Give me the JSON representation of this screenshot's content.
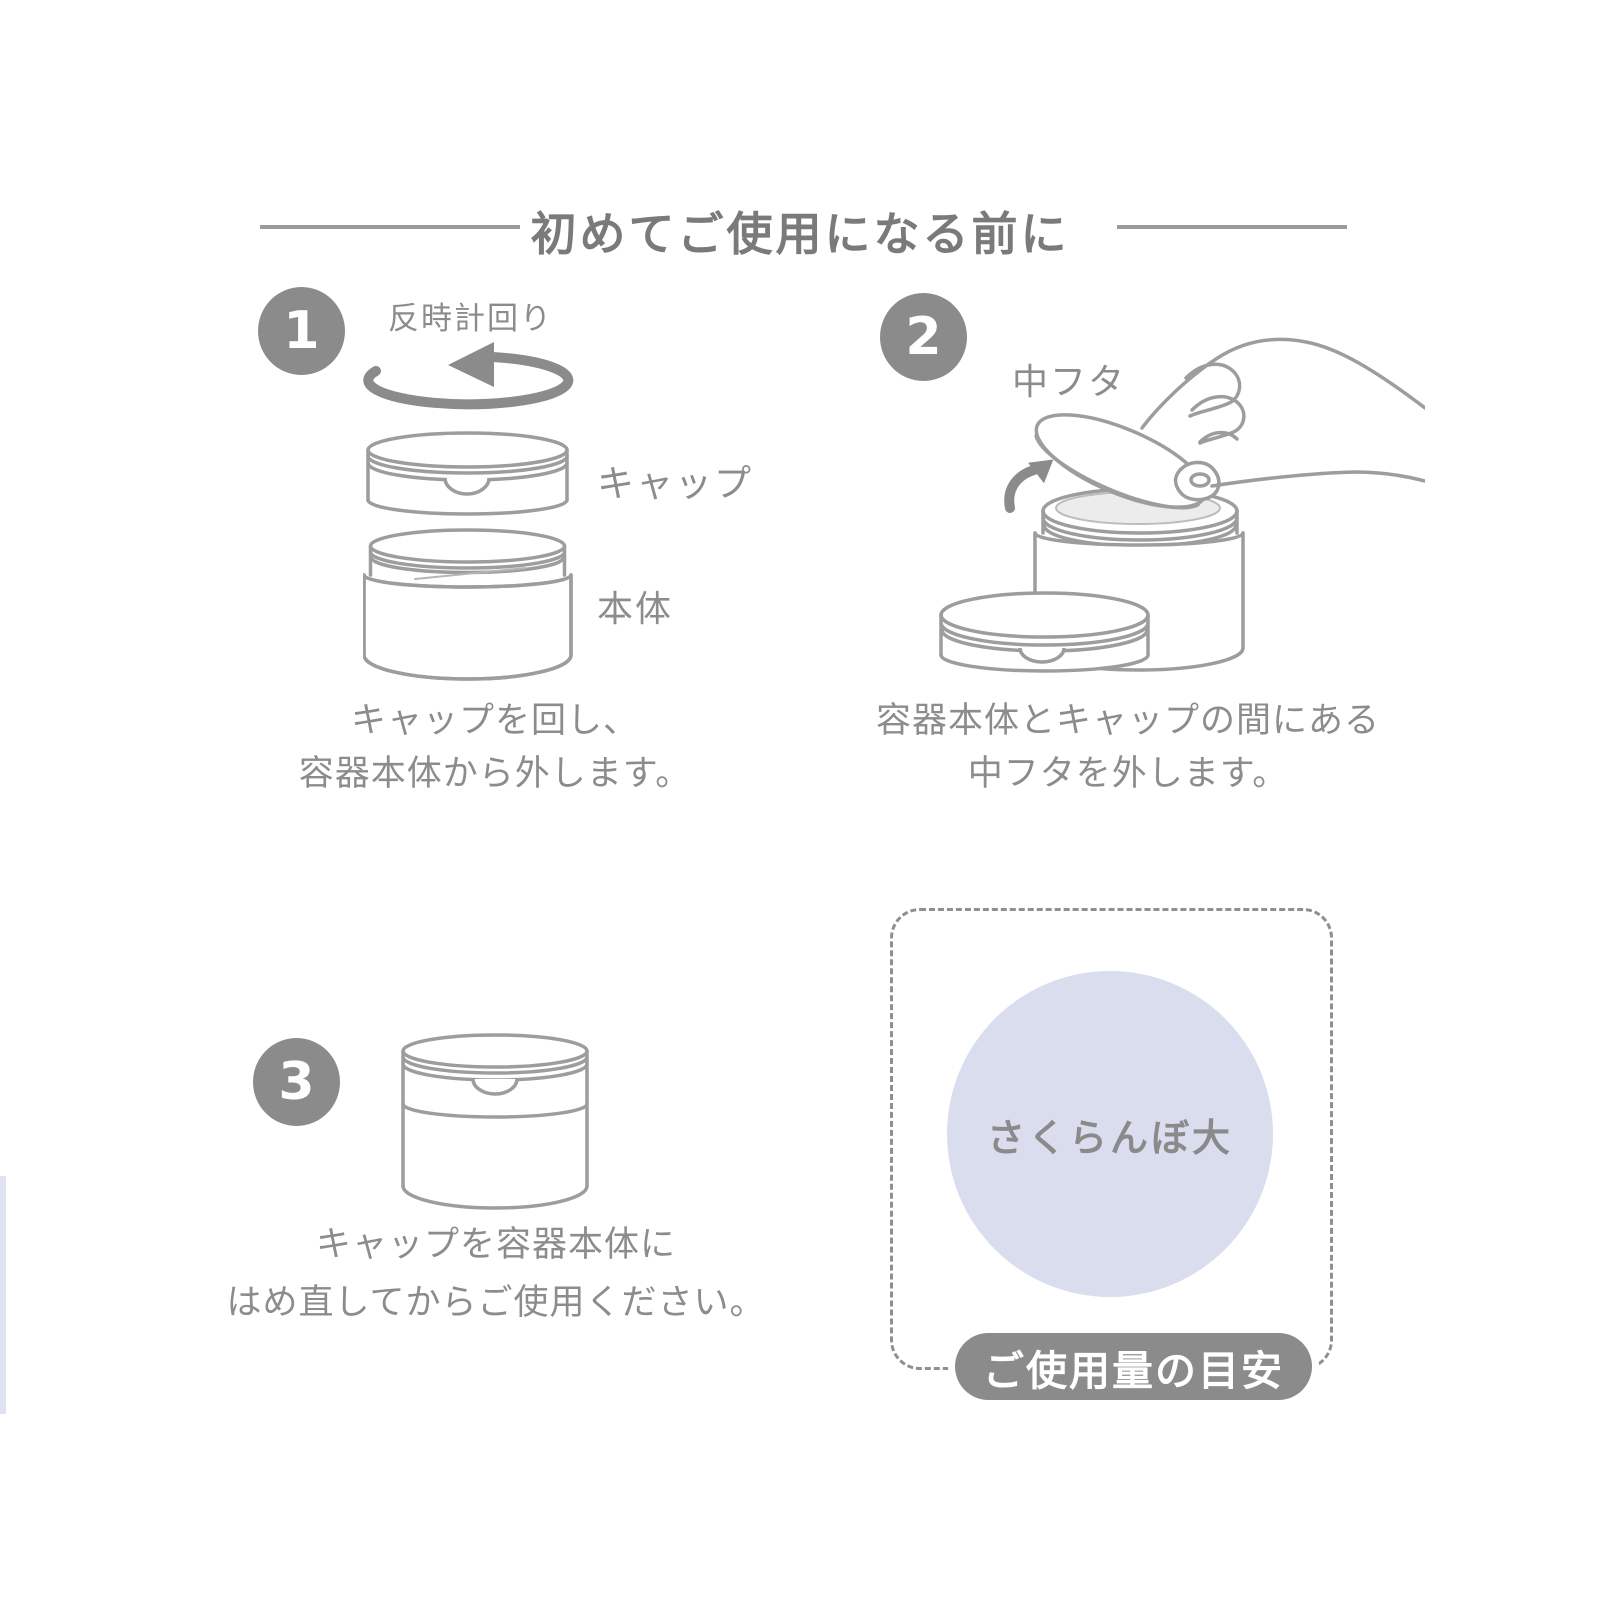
{
  "title": "初めてご使用になる前に",
  "steps": [
    {
      "number": "1",
      "rotation_label": "反時計回り",
      "cap_label": "キャップ",
      "body_label": "本体",
      "caption_line1": "キャップを回し、",
      "caption_line2": "容器本体から外します。"
    },
    {
      "number": "2",
      "inner_lid_label": "中フタ",
      "caption_line1": "容器本体とキャップの間にある",
      "caption_line2": "中フタを外します。"
    },
    {
      "number": "3",
      "caption_line1": "キャップを容器本体に",
      "caption_line2": "はめ直してからご使用ください。"
    }
  ],
  "usage_guide": {
    "amount_text": "さくらんぼ大",
    "badge_text": "ご使用量の目安"
  },
  "colors": {
    "illustration_stroke": "#9d9d9d",
    "text_gray": "#8c8c8c",
    "title_gray": "#7a7a7a",
    "badge_gray": "#8b8b8b",
    "amount_circle_fill": "#d9ddee",
    "jar_content_fill": "#ececec"
  }
}
